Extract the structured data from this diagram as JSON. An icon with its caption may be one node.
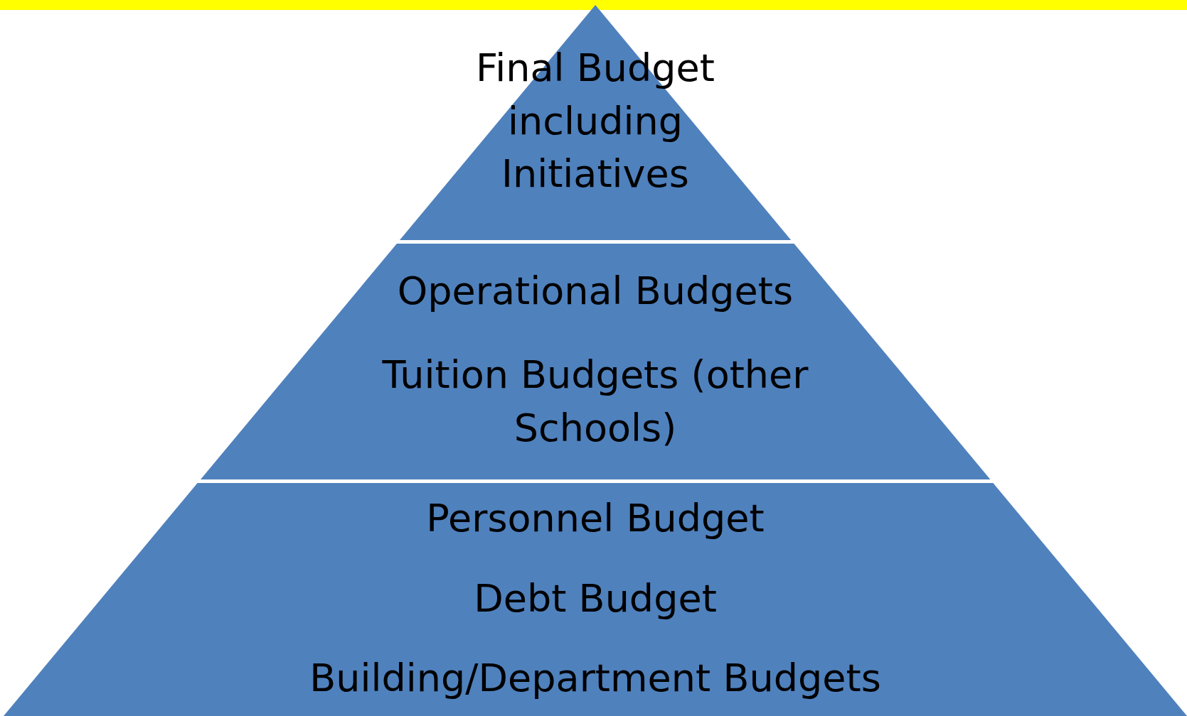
{
  "diagram": {
    "nodes": [
      {
        "text": [],
        "shape": "bar"
      },
      {
        "text": [
          "Final Budget including Initiatives"
        ]
      },
      {
        "text": [
          "Operational Budgets",
          "Tuition Budgets (other Schools)"
        ]
      },
      {
        "text": [
          "Personnel Budget",
          "Debt Budget",
          "Building/Department Budgets"
        ]
      }
    ]
  }
}
